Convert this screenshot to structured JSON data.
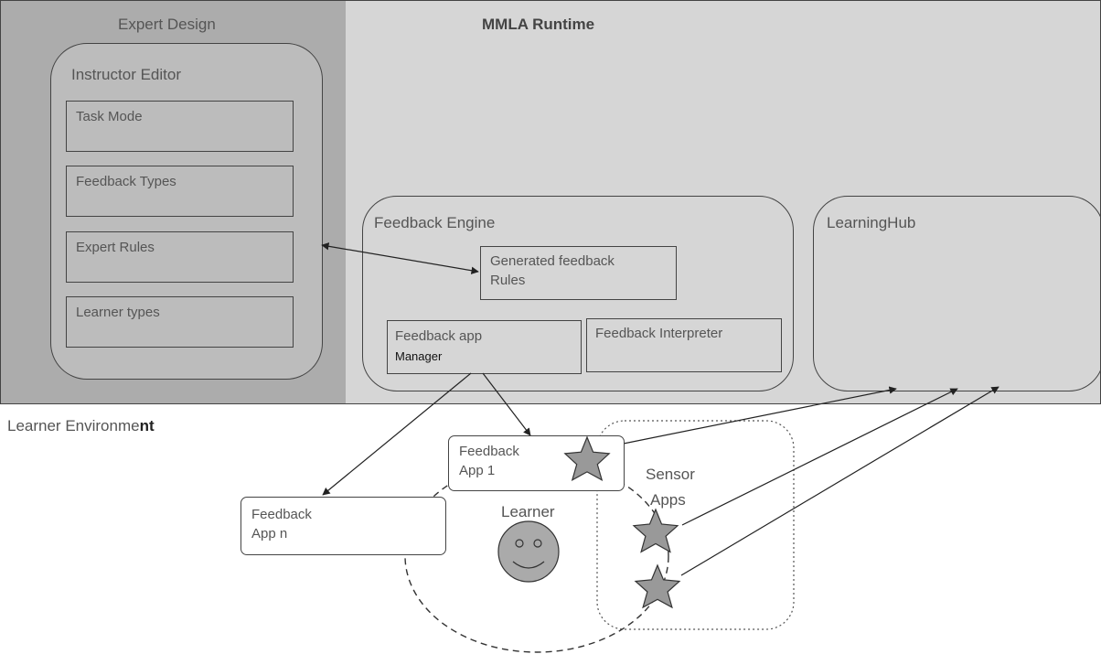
{
  "expert_design": {
    "title": "Expert Design",
    "instructor_editor": {
      "title": "Instructor Editor",
      "items": [
        "Task Mode",
        "Feedback Types",
        "Expert Rules",
        "Learner types"
      ]
    }
  },
  "runtime": {
    "title": "MMLA Runtime",
    "feedback_engine": {
      "title": "Feedback Engine",
      "generated_rules": [
        "Generated feedback",
        "Rules"
      ],
      "app_manager": [
        "Feedback app",
        "Manager"
      ],
      "interpreter": "Feedback Interpreter"
    },
    "learning_hub": {
      "title": "LearningHub"
    }
  },
  "learner_env": {
    "title_prefix": "Learner Environme",
    "title_suffix": "nt",
    "feedback_app_1": [
      "Feedback",
      "App 1"
    ],
    "feedback_app_n": [
      "Feedback",
      "App n"
    ],
    "learner": "Learner",
    "sensor_apps": [
      "Sensor",
      "Apps"
    ]
  },
  "colors": {
    "expert_bg": "#acacac",
    "runtime_bg": "#d6d6d6",
    "star_fill": "#999999",
    "learner_face": "#aaaaaa"
  }
}
